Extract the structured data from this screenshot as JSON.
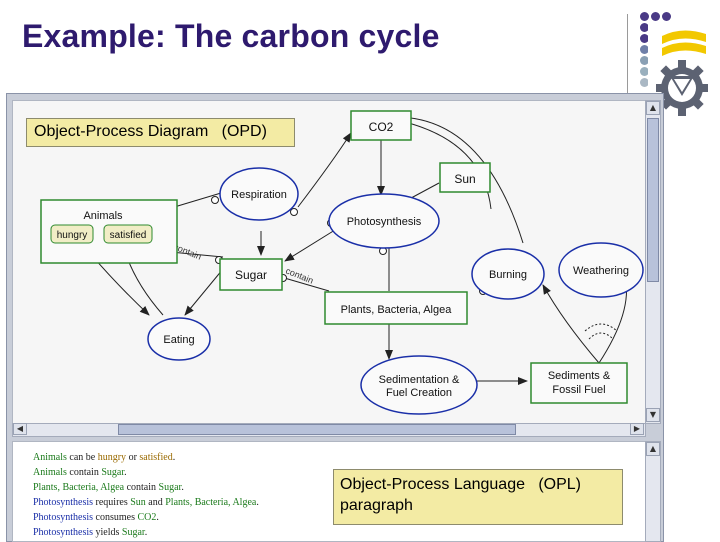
{
  "title": "Example: The carbon cycle",
  "opd_label": "Object-Process Diagram   (OPD)",
  "opl_label": [
    "Object-Process Language   (OPL)",
    "paragraph"
  ],
  "objects": {
    "co2": "CO2",
    "sun": "Sun",
    "animals": "Animals",
    "hungry": "hungry",
    "satisfied": "satisfied",
    "sugar": "Sugar",
    "plants": "Plants, Bacteria, Algea",
    "sediments": [
      "Sediments &",
      "Fossil Fuel"
    ]
  },
  "processes": {
    "respiration": "Respiration",
    "photosynthesis": "Photosynthesis",
    "burning": "Burning",
    "weathering": "Weathering",
    "eating": "Eating",
    "sedimentation": [
      "Sedimentation &",
      "Fuel Creation"
    ]
  },
  "link_labels": {
    "contain1": "contain",
    "contain2": "contain"
  },
  "opl_sentences": [
    [
      {
        "t": "Animals",
        "c": "obj"
      },
      {
        "t": " can be ",
        "c": "plain"
      },
      {
        "t": "hungry",
        "c": "state"
      },
      {
        "t": " or ",
        "c": "plain"
      },
      {
        "t": "satisfied",
        "c": "state"
      },
      {
        "t": ".",
        "c": "plain"
      }
    ],
    [
      {
        "t": "Animals",
        "c": "obj"
      },
      {
        "t": " contain ",
        "c": "plain"
      },
      {
        "t": "Sugar",
        "c": "obj"
      },
      {
        "t": ".",
        "c": "plain"
      }
    ],
    [
      {
        "t": "Plants, Bacteria, Algea",
        "c": "obj"
      },
      {
        "t": " contain ",
        "c": "plain"
      },
      {
        "t": "Sugar",
        "c": "obj"
      },
      {
        "t": ".",
        "c": "plain"
      }
    ],
    [
      {
        "t": "Photosynthesis",
        "c": "proc"
      },
      {
        "t": " requires ",
        "c": "plain"
      },
      {
        "t": "Sun",
        "c": "obj"
      },
      {
        "t": " and ",
        "c": "plain"
      },
      {
        "t": "Plants, Bacteria, Algea",
        "c": "obj"
      },
      {
        "t": ".",
        "c": "plain"
      }
    ],
    [
      {
        "t": "Photosynthesis",
        "c": "proc"
      },
      {
        "t": " consumes ",
        "c": "plain"
      },
      {
        "t": "CO2",
        "c": "obj"
      },
      {
        "t": ".",
        "c": "plain"
      }
    ],
    [
      {
        "t": "Photosynthesis",
        "c": "proc"
      },
      {
        "t": " yields ",
        "c": "plain"
      },
      {
        "t": "Sugar",
        "c": "obj"
      },
      {
        "t": ".",
        "c": "plain"
      }
    ]
  ],
  "colors": {
    "title": "#2e1a6e",
    "object_stroke": "#2f8a2f",
    "process_stroke": "#1a2fa8",
    "state_fill": "#f1edc6",
    "opl_object": "#1b7a1b",
    "opl_process": "#1a2fa8",
    "opl_state": "#9a6a00",
    "callout_fill": "#f3eba4"
  },
  "logo": {
    "icon": "technion-gear-logo"
  }
}
